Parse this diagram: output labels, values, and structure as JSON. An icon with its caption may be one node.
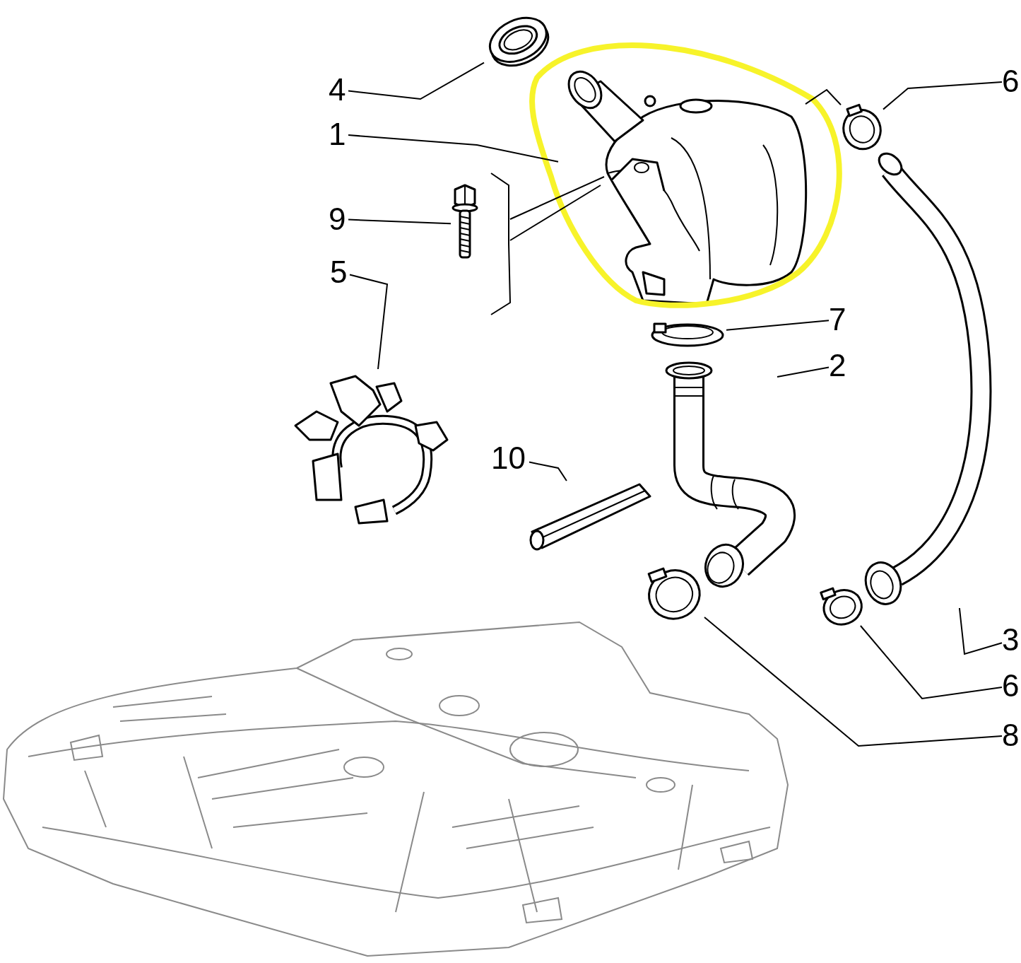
{
  "diagram": {
    "nodes": [
      {
        "text": [
          "4"
        ]
      },
      {
        "text": [
          "1"
        ]
      },
      {
        "text": [
          "9"
        ]
      },
      {
        "text": [
          "5"
        ]
      },
      {
        "text": [
          "6"
        ]
      },
      {
        "text": [
          "7"
        ]
      },
      {
        "text": [
          "2"
        ]
      },
      {
        "text": [
          "10"
        ]
      },
      {
        "text": [
          "3"
        ]
      },
      {
        "text": [
          "6"
        ]
      },
      {
        "text": [
          "8"
        ]
      },
      {
        "text": [],
        "shape": "picture"
      },
      {
        "text": [],
        "shape": "picture"
      },
      {
        "text": [],
        "shape": "picture"
      },
      {
        "text": [],
        "shape": "picture"
      },
      {
        "text": [],
        "shape": "picture"
      },
      {
        "text": [],
        "shape": "picture"
      },
      {
        "text": [],
        "shape": "picture"
      },
      {
        "text": [],
        "shape": "picture"
      },
      {
        "text": [],
        "shape": "picture"
      },
      {
        "text": [],
        "shape": "picture"
      },
      {
        "text": [],
        "shape": "picture"
      }
    ],
    "edges": [
      {
        "from": 0,
        "to": 11,
        "arrow": "none"
      },
      {
        "from": 1,
        "to": 12,
        "arrow": "none"
      },
      {
        "from": 2,
        "to": 13,
        "arrow": "none"
      },
      {
        "from": 3,
        "to": 14,
        "arrow": "none"
      },
      {
        "from": 4,
        "to": 15,
        "arrow": "none"
      },
      {
        "from": 5,
        "to": 16,
        "arrow": "none"
      },
      {
        "from": 6,
        "to": 17,
        "arrow": "none"
      },
      {
        "from": 7,
        "to": 18,
        "arrow": "none"
      },
      {
        "from": 8,
        "to": 19,
        "arrow": "none"
      },
      {
        "from": 9,
        "to": 20,
        "arrow": "none"
      },
      {
        "from": 10,
        "to": 21,
        "arrow": "none"
      },
      {
        "from": 12,
        "to": 15,
        "arrow": "none"
      }
    ]
  }
}
